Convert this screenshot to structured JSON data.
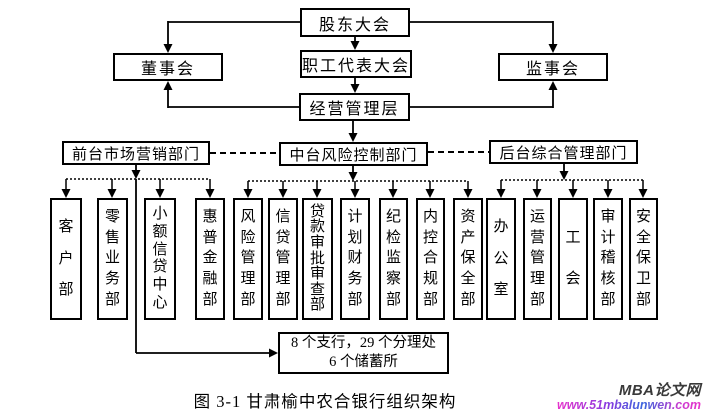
{
  "nodes": {
    "shareholders": "股东大会",
    "workers_congress": "职工代表大会",
    "board_of_directors": "董事会",
    "board_of_supervisors": "监事会",
    "management": "经营管理层",
    "front_office": "前台市场营销部门",
    "middle_office": "中台风险控制部门",
    "back_office": "后台综合管理部门"
  },
  "departments": {
    "front": [
      "客户部",
      "零售业务部",
      "小额信贷中心",
      "惠普金融部"
    ],
    "middle": [
      "风险管理部",
      "信贷管理部",
      "贷款审批审查部",
      "计划财务部",
      "纪检监察部",
      "内控合规部",
      "资产保全部"
    ],
    "back": [
      "办公室",
      "运营管理部",
      "工会",
      "审计稽核部",
      "安全保卫部"
    ]
  },
  "branches_box": {
    "line1": "8 个支行，29 个分理处",
    "line2": "6 个储蓄所"
  },
  "caption": "图 3-1 甘肃榆中农合银行组织架构",
  "watermark": {
    "site_name": "MBA论文网",
    "site_url": "www.51mbalunwen.com"
  },
  "colors": {
    "diagram_line": "#000000",
    "box_fill": "#ffffff",
    "watermark_title": "#3a3a3a",
    "watermark_url_gradient": [
      "#e833cc",
      "#8a3ae0",
      "#3b66dd",
      "#e833cc"
    ]
  }
}
